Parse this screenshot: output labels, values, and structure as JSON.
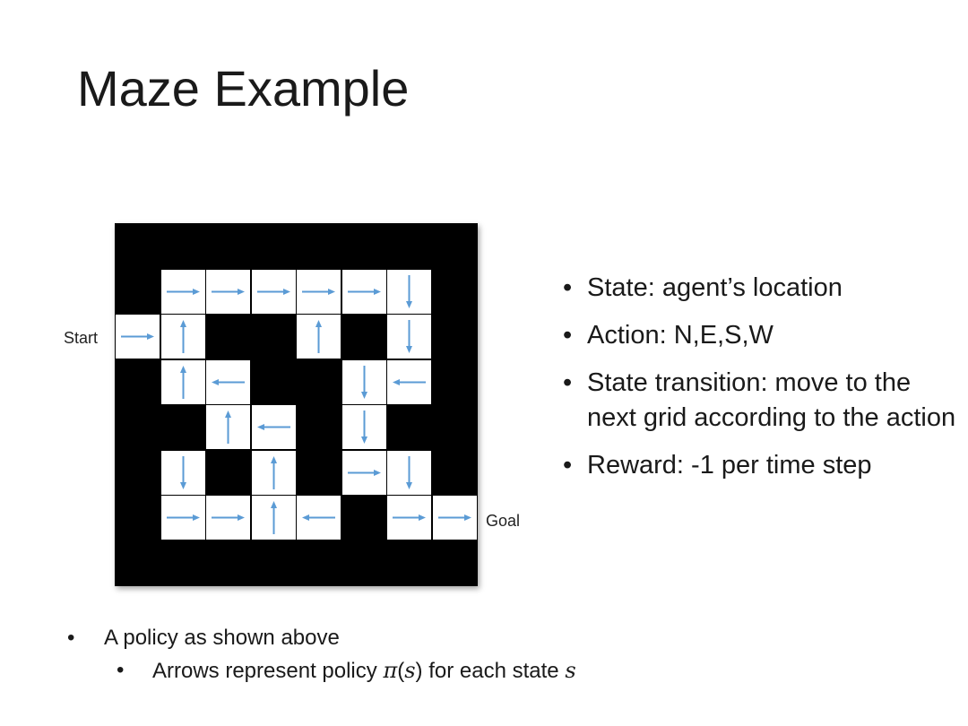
{
  "slide": {
    "title": "Maze Example"
  },
  "maze": {
    "start_label": "Start",
    "goal_label": "Goal",
    "arrow_color": "#5b9bd5",
    "wall_color": "#000000",
    "cells": [
      {
        "r": 1,
        "c": 1,
        "dir": "E"
      },
      {
        "r": 1,
        "c": 2,
        "dir": "E"
      },
      {
        "r": 1,
        "c": 3,
        "dir": "E"
      },
      {
        "r": 1,
        "c": 4,
        "dir": "E"
      },
      {
        "r": 1,
        "c": 5,
        "dir": "E"
      },
      {
        "r": 1,
        "c": 6,
        "dir": "S"
      },
      {
        "r": 2,
        "c": 0,
        "dir": "E"
      },
      {
        "r": 2,
        "c": 1,
        "dir": "N"
      },
      {
        "r": 2,
        "c": 4,
        "dir": "N"
      },
      {
        "r": 2,
        "c": 6,
        "dir": "S"
      },
      {
        "r": 3,
        "c": 1,
        "dir": "N"
      },
      {
        "r": 3,
        "c": 2,
        "dir": "W"
      },
      {
        "r": 3,
        "c": 5,
        "dir": "S"
      },
      {
        "r": 3,
        "c": 6,
        "dir": "W"
      },
      {
        "r": 4,
        "c": 2,
        "dir": "N"
      },
      {
        "r": 4,
        "c": 3,
        "dir": "W"
      },
      {
        "r": 4,
        "c": 5,
        "dir": "S"
      },
      {
        "r": 5,
        "c": 1,
        "dir": "S"
      },
      {
        "r": 5,
        "c": 3,
        "dir": "N"
      },
      {
        "r": 5,
        "c": 5,
        "dir": "E"
      },
      {
        "r": 5,
        "c": 6,
        "dir": "S"
      },
      {
        "r": 6,
        "c": 1,
        "dir": "E"
      },
      {
        "r": 6,
        "c": 2,
        "dir": "E"
      },
      {
        "r": 6,
        "c": 3,
        "dir": "N"
      },
      {
        "r": 6,
        "c": 4,
        "dir": "W"
      },
      {
        "r": 6,
        "c": 6,
        "dir": "E"
      },
      {
        "r": 6,
        "c": 7,
        "dir": "E"
      }
    ]
  },
  "bullets": [
    "State: agent’s location",
    "Action: N,E,S,W",
    "State transition: move to the next grid according to the action",
    "Reward: -1 per time step"
  ],
  "notes": {
    "main": "A policy as shown above",
    "sub_prefix": "Arrows represent policy ",
    "sub_pi": "π",
    "sub_paren_open": "(",
    "sub_s1": "s",
    "sub_paren_close": ")",
    "sub_mid": " for each state ",
    "sub_s2": "s"
  }
}
